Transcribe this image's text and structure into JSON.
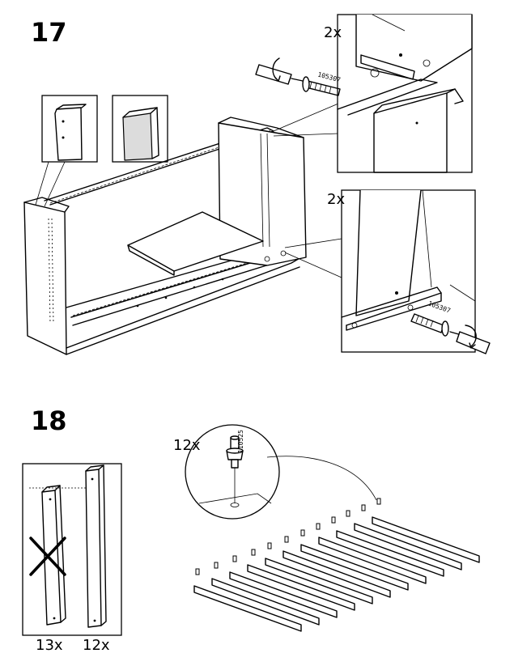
{
  "step17": {
    "number": "17",
    "detail_top": {
      "quantity": "2x",
      "part_code": "105307",
      "fastener": "screw-icon",
      "tool": "screwdriver-icon"
    },
    "detail_bottom": {
      "quantity": "2x",
      "part_code": "105307",
      "fastener": "screw-icon",
      "tool": "screwdriver-icon"
    }
  },
  "step18": {
    "number": "18",
    "comparison": {
      "wrong_count": "13x",
      "right_count": "12x",
      "wrong_mark": "cross-icon"
    },
    "detail": {
      "quantity": "12x",
      "part_code": "110525",
      "fastener": "dowel-icon"
    }
  }
}
